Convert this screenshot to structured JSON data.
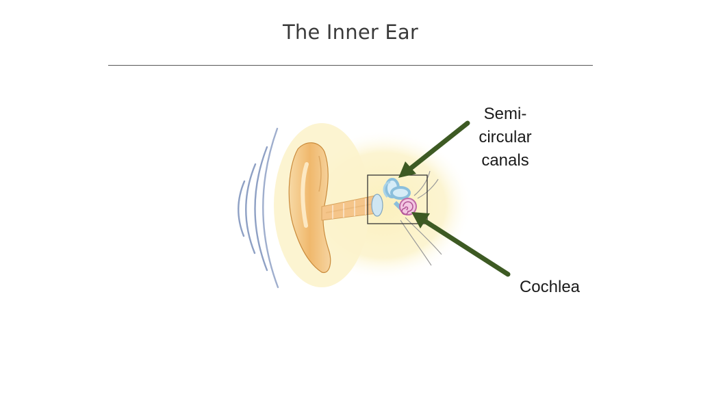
{
  "slide": {
    "title": "The Inner Ear"
  },
  "labels": {
    "semicircular_canals": [
      "Semi-",
      "circular",
      "canals"
    ],
    "cochlea": "Cochlea"
  },
  "colors": {
    "arrow": "#3d5a23",
    "glow": "#fbf2c2",
    "outer_ear": "#f2c27a",
    "canal": "#f5c58a",
    "sound_waves": "#8ea0c4",
    "cochlea": "#d98cc4",
    "semicircular_canals": "#b9dcef"
  }
}
